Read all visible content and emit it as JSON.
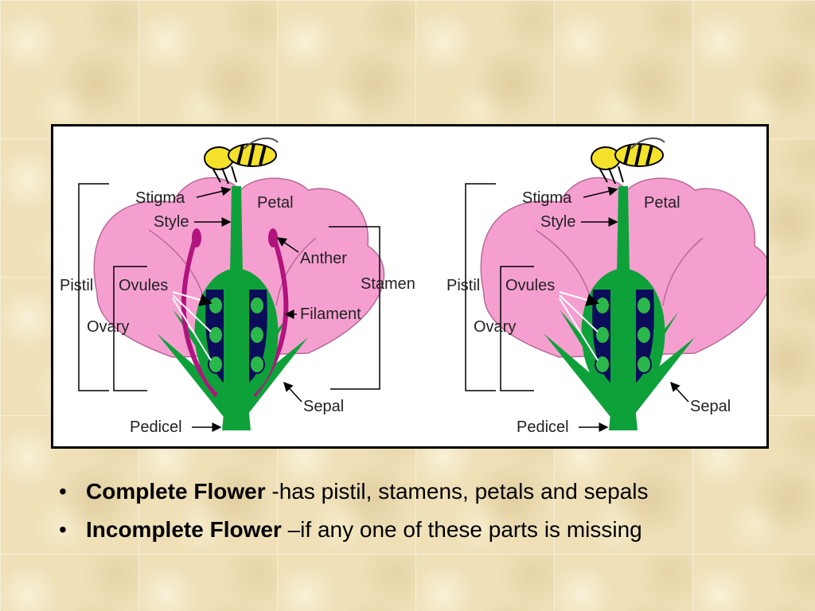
{
  "diagram": {
    "complete_flower": {
      "labels": {
        "stigma": "Stigma",
        "style": "Style",
        "petal": "Petal",
        "anther": "Anther",
        "stamen": "Stamen",
        "pistil": "Pistil",
        "ovules": "Ovules",
        "filament": "Filament",
        "ovary": "Ovary",
        "sepal": "Sepal",
        "pedicel": "Pedicel"
      }
    },
    "incomplete_flower": {
      "labels": {
        "stigma": "Stigma",
        "style": "Style",
        "petal": "Petal",
        "pistil": "Pistil",
        "ovules": "Ovules",
        "ovary": "Ovary",
        "sepal": "Sepal",
        "pedicel": "Pedicel"
      }
    },
    "colors": {
      "petal": "#f59fd0",
      "stem": "#0ea13a",
      "ovary": "#0b0c5a",
      "ovule": "#2bb84a",
      "stamen": "#b1147f",
      "bee_yellow": "#f4e12a"
    }
  },
  "bullets": [
    {
      "term": "Complete Flower",
      "description": " -has pistil, stamens, petals and sepals"
    },
    {
      "term": "Incomplete Flower",
      "description": " –if any one of these parts is missing"
    }
  ]
}
